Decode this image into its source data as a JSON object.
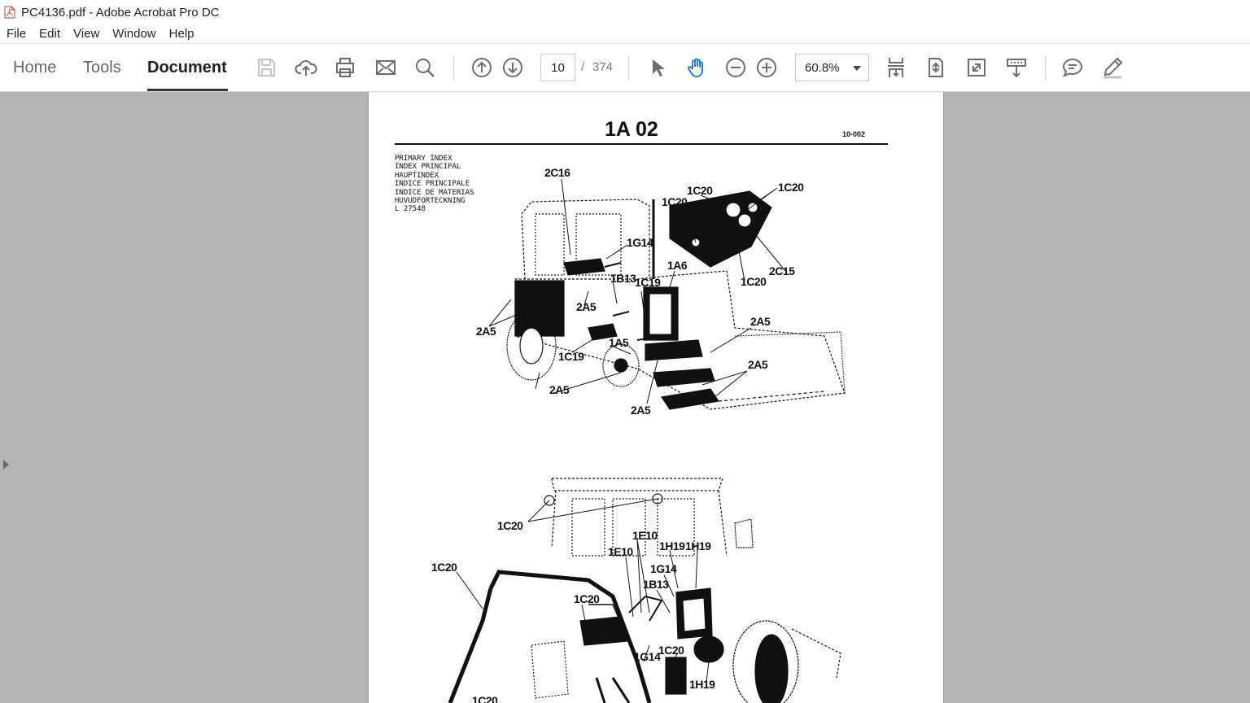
{
  "window": {
    "title": "PC4136.pdf - Adobe Acrobat Pro DC",
    "icon": "pdf-file-icon"
  },
  "menu": [
    "File",
    "Edit",
    "View",
    "Window",
    "Help"
  ],
  "tabs": [
    {
      "label": "Home",
      "active": false
    },
    {
      "label": "Tools",
      "active": false
    },
    {
      "label": "Document",
      "active": true
    }
  ],
  "toolbar": {
    "icons": [
      "save-icon",
      "cloud-upload-icon",
      "print-icon",
      "mail-icon",
      "search-icon",
      "previous-page-icon",
      "next-page-icon",
      "select-cursor-icon",
      "hand-tool-icon",
      "zoom-out-icon",
      "zoom-in-icon",
      "scroll-mode-icon",
      "fit-page-icon",
      "full-screen-icon",
      "read-mode-icon",
      "comment-icon",
      "highlight-pen-icon"
    ],
    "current_page": "10",
    "page_separator": "/",
    "total_pages": "374",
    "zoom": "60.8%"
  },
  "colors": {
    "workspace": "#b5b5b5",
    "page": "#ffffff",
    "active_tool": "#1473e6",
    "icon": "#6d6d6d"
  },
  "document": {
    "title": "1A 02",
    "code": "10-002",
    "index_lines": [
      "PRIMARY INDEX",
      "INDEX PRINCIPAL",
      "HAUPTINDEX",
      "INDICE PRINCIPALE",
      "INDICE DE MATERIAS",
      "HUVUDFORTECKNING",
      "L 27548"
    ],
    "top_labels": [
      "2C16",
      "1C20",
      "1C20",
      "1C20",
      "1G14",
      "1A6",
      "2C15",
      "1C20",
      "1B13",
      "1C19",
      "2A5",
      "2A5",
      "2A5",
      "1A5",
      "1C19",
      "2A5",
      "2A5",
      "2A5"
    ],
    "bottom_labels": [
      "1C20",
      "1C20",
      "1E10",
      "1E10",
      "1H19",
      "1H19",
      "1G14",
      "1B13",
      "1C20",
      "1G14",
      "1C20",
      "1H19",
      "1C20"
    ]
  }
}
